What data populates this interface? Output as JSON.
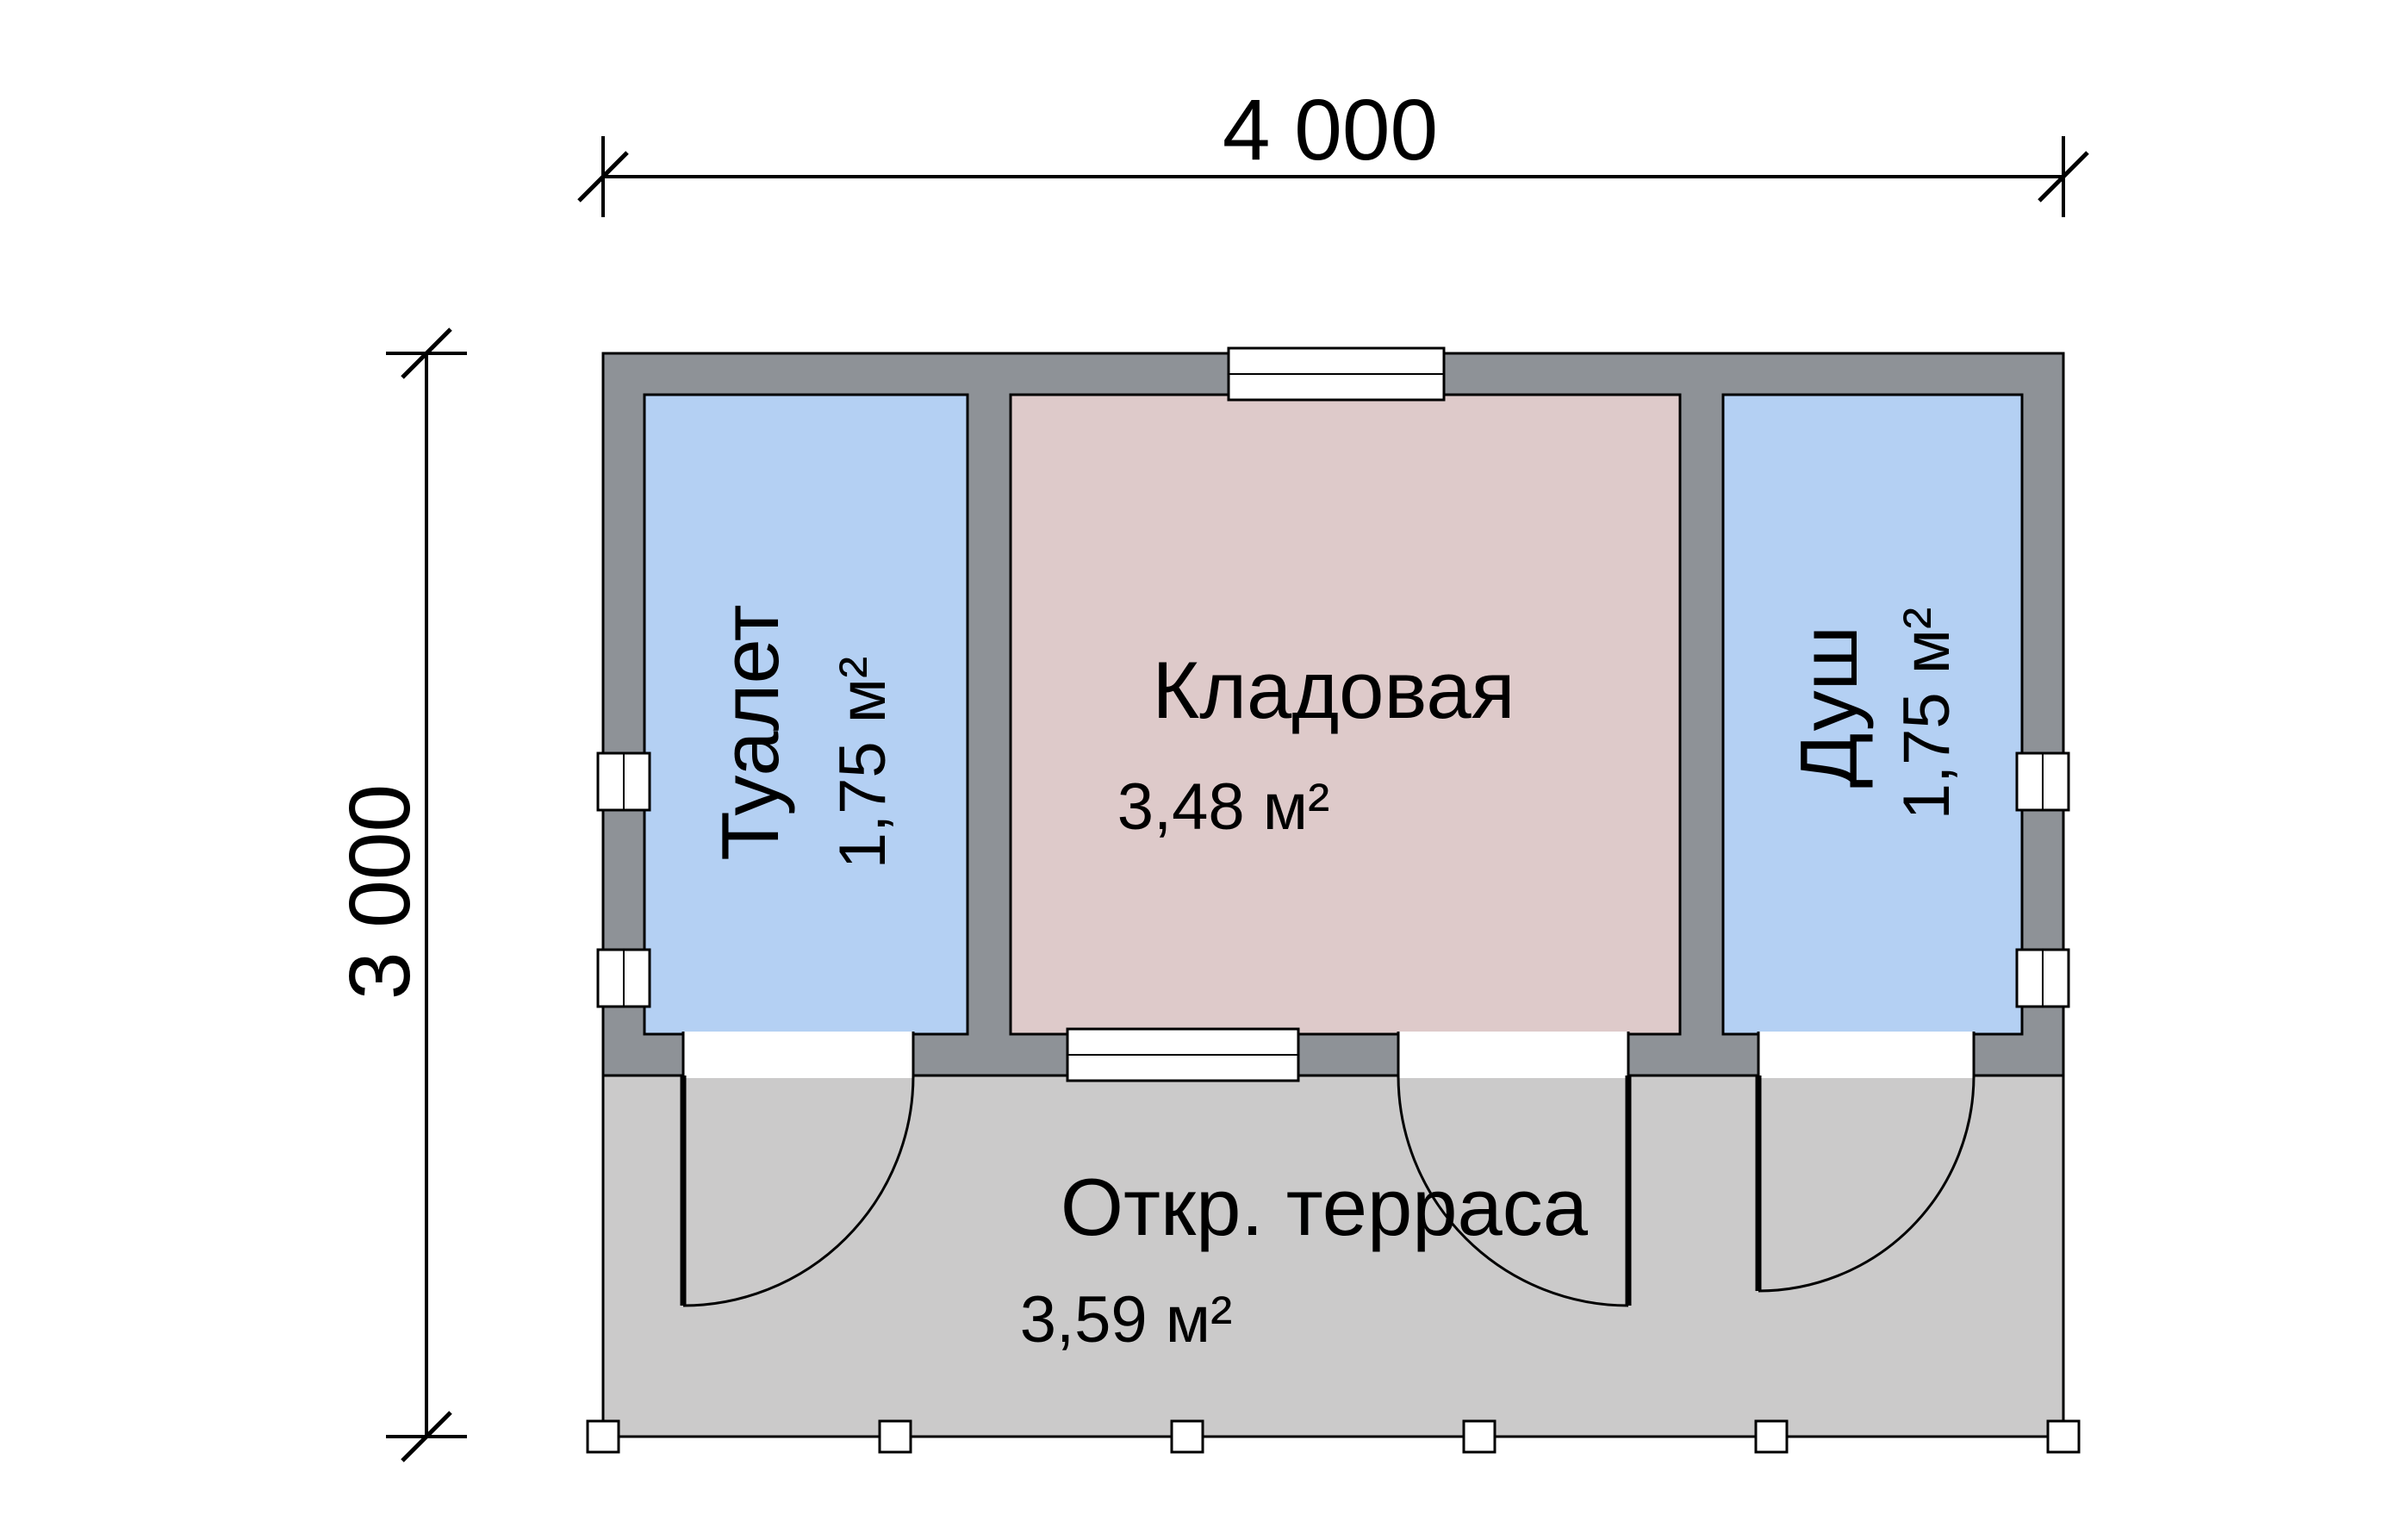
{
  "dimensions": {
    "width": "4 000",
    "height": "3 000"
  },
  "rooms": {
    "toilet": {
      "name": "Туалет",
      "area": "1,75 м²"
    },
    "storage": {
      "name": "Кладовая",
      "area": "3,48 м²"
    },
    "shower": {
      "name": "Душ",
      "area": "1,75 м²"
    },
    "terrace": {
      "name": "Откр. терраса",
      "area": "3,59 м²"
    }
  },
  "colors": {
    "wall": "#8e9297",
    "wet_room_fill": "#b4d0f3",
    "storage_fill": "#decaca",
    "terrace_fill": "#cbcaca",
    "line": "#000000",
    "background": "#ffffff"
  }
}
